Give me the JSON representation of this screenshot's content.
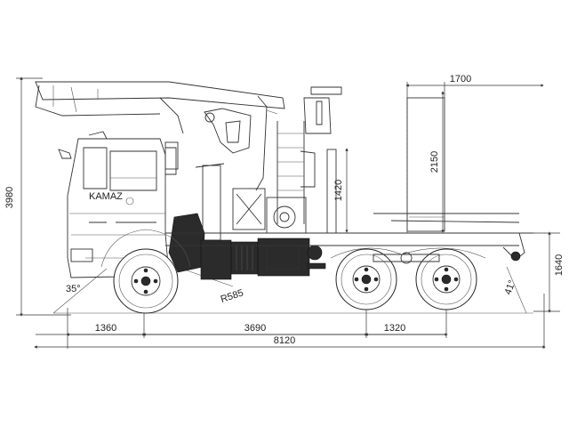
{
  "drawing": {
    "dimensions": {
      "overall_height": "3980",
      "support_width": "1700",
      "support_height": "2150",
      "bunk_height": "1420",
      "frame_height": "1640",
      "front_overhang": "1360",
      "wheelbase": "3690",
      "bogie_spacing": "1320",
      "overall_length": "8120",
      "radius": "R585",
      "approach_angle": "35°",
      "departure_angle": "41°"
    },
    "cab_logo": "KAMAZ"
  }
}
